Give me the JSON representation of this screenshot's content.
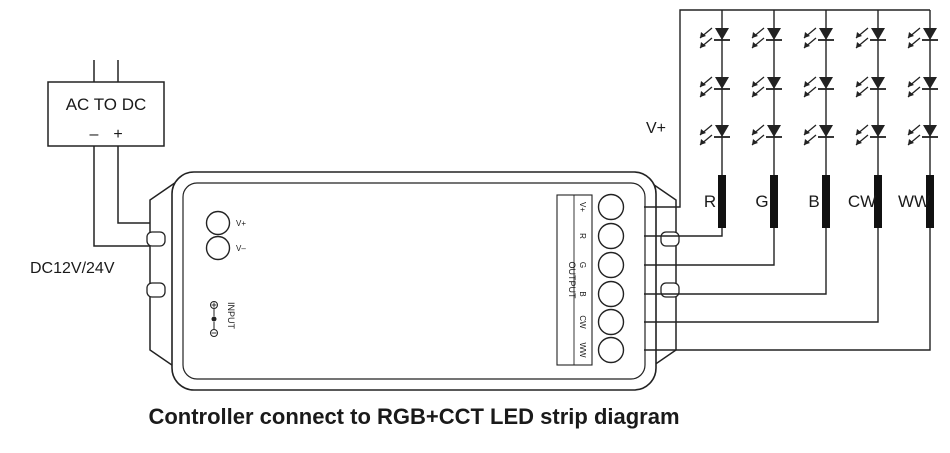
{
  "power_supply": {
    "label": "AC TO DC",
    "minus": "–",
    "plus": "+"
  },
  "input_voltage": "DC12V/24V",
  "controller": {
    "input_terminals": [
      "V+",
      "V–"
    ],
    "input_label": "INPUT",
    "output_label": "OUTPUT",
    "output_terminals": [
      "V+",
      "R",
      "G",
      "B",
      "CW",
      "WW"
    ]
  },
  "strip": {
    "common_label": "V+",
    "channels": [
      "R",
      "G",
      "B",
      "CW",
      "WW"
    ],
    "leds_per_channel": 3
  },
  "caption": "Controller connect to RGB+CCT LED strip diagram"
}
